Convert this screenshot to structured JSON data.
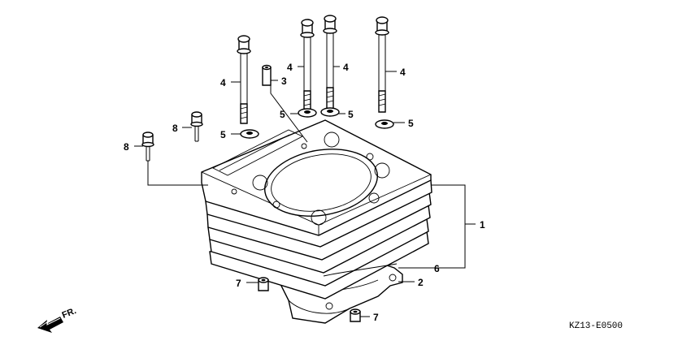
{
  "diagram": {
    "callouts": {
      "c1": "1",
      "c2": "2",
      "c3": "3",
      "c4a": "4",
      "c4b": "4",
      "c4c": "4",
      "c4d": "4",
      "c5a": "5",
      "c5b": "5",
      "c5c": "5",
      "c5d": "5",
      "c6": "6",
      "c7a": "7",
      "c7b": "7",
      "c8a": "8",
      "c8b": "8"
    },
    "front_indicator": "FR.",
    "diagram_code": "KZ13-E0500"
  }
}
